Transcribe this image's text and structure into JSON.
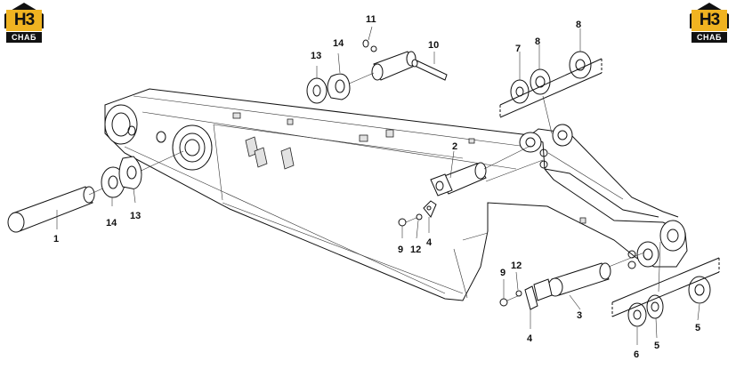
{
  "logo": {
    "top": "H3",
    "bottom": "CHAБ",
    "color": "#f0b321"
  },
  "callouts": {
    "c1": "1",
    "c2": "2",
    "c3": "3",
    "c4a": "4",
    "c4b": "4",
    "c5a": "5",
    "c5b": "5",
    "c6": "6",
    "c7": "7",
    "c8a": "8",
    "c8b": "8",
    "c9a": "9",
    "c9b": "9",
    "c10": "10",
    "c11": "11",
    "c12a": "12",
    "c12b": "12",
    "c13a": "13",
    "c13b": "13",
    "c14a": "14",
    "c14b": "14"
  }
}
